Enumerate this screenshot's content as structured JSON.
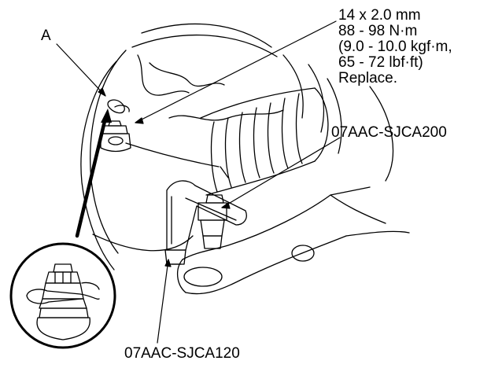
{
  "callouts": {
    "clip_label": "A",
    "torque_spec": {
      "line1": "14 x 2.0 mm",
      "line2": "88 - 98 N·m",
      "line3": "(9.0 - 10.0 kgf·m,",
      "line4": "65 - 72 lbf·ft)",
      "line5": "Replace."
    },
    "tool_upper": "07AAC-SJCA200",
    "tool_lower": "07AAC-SJCA120"
  },
  "colors": {
    "line": "#000000",
    "background": "#ffffff"
  }
}
